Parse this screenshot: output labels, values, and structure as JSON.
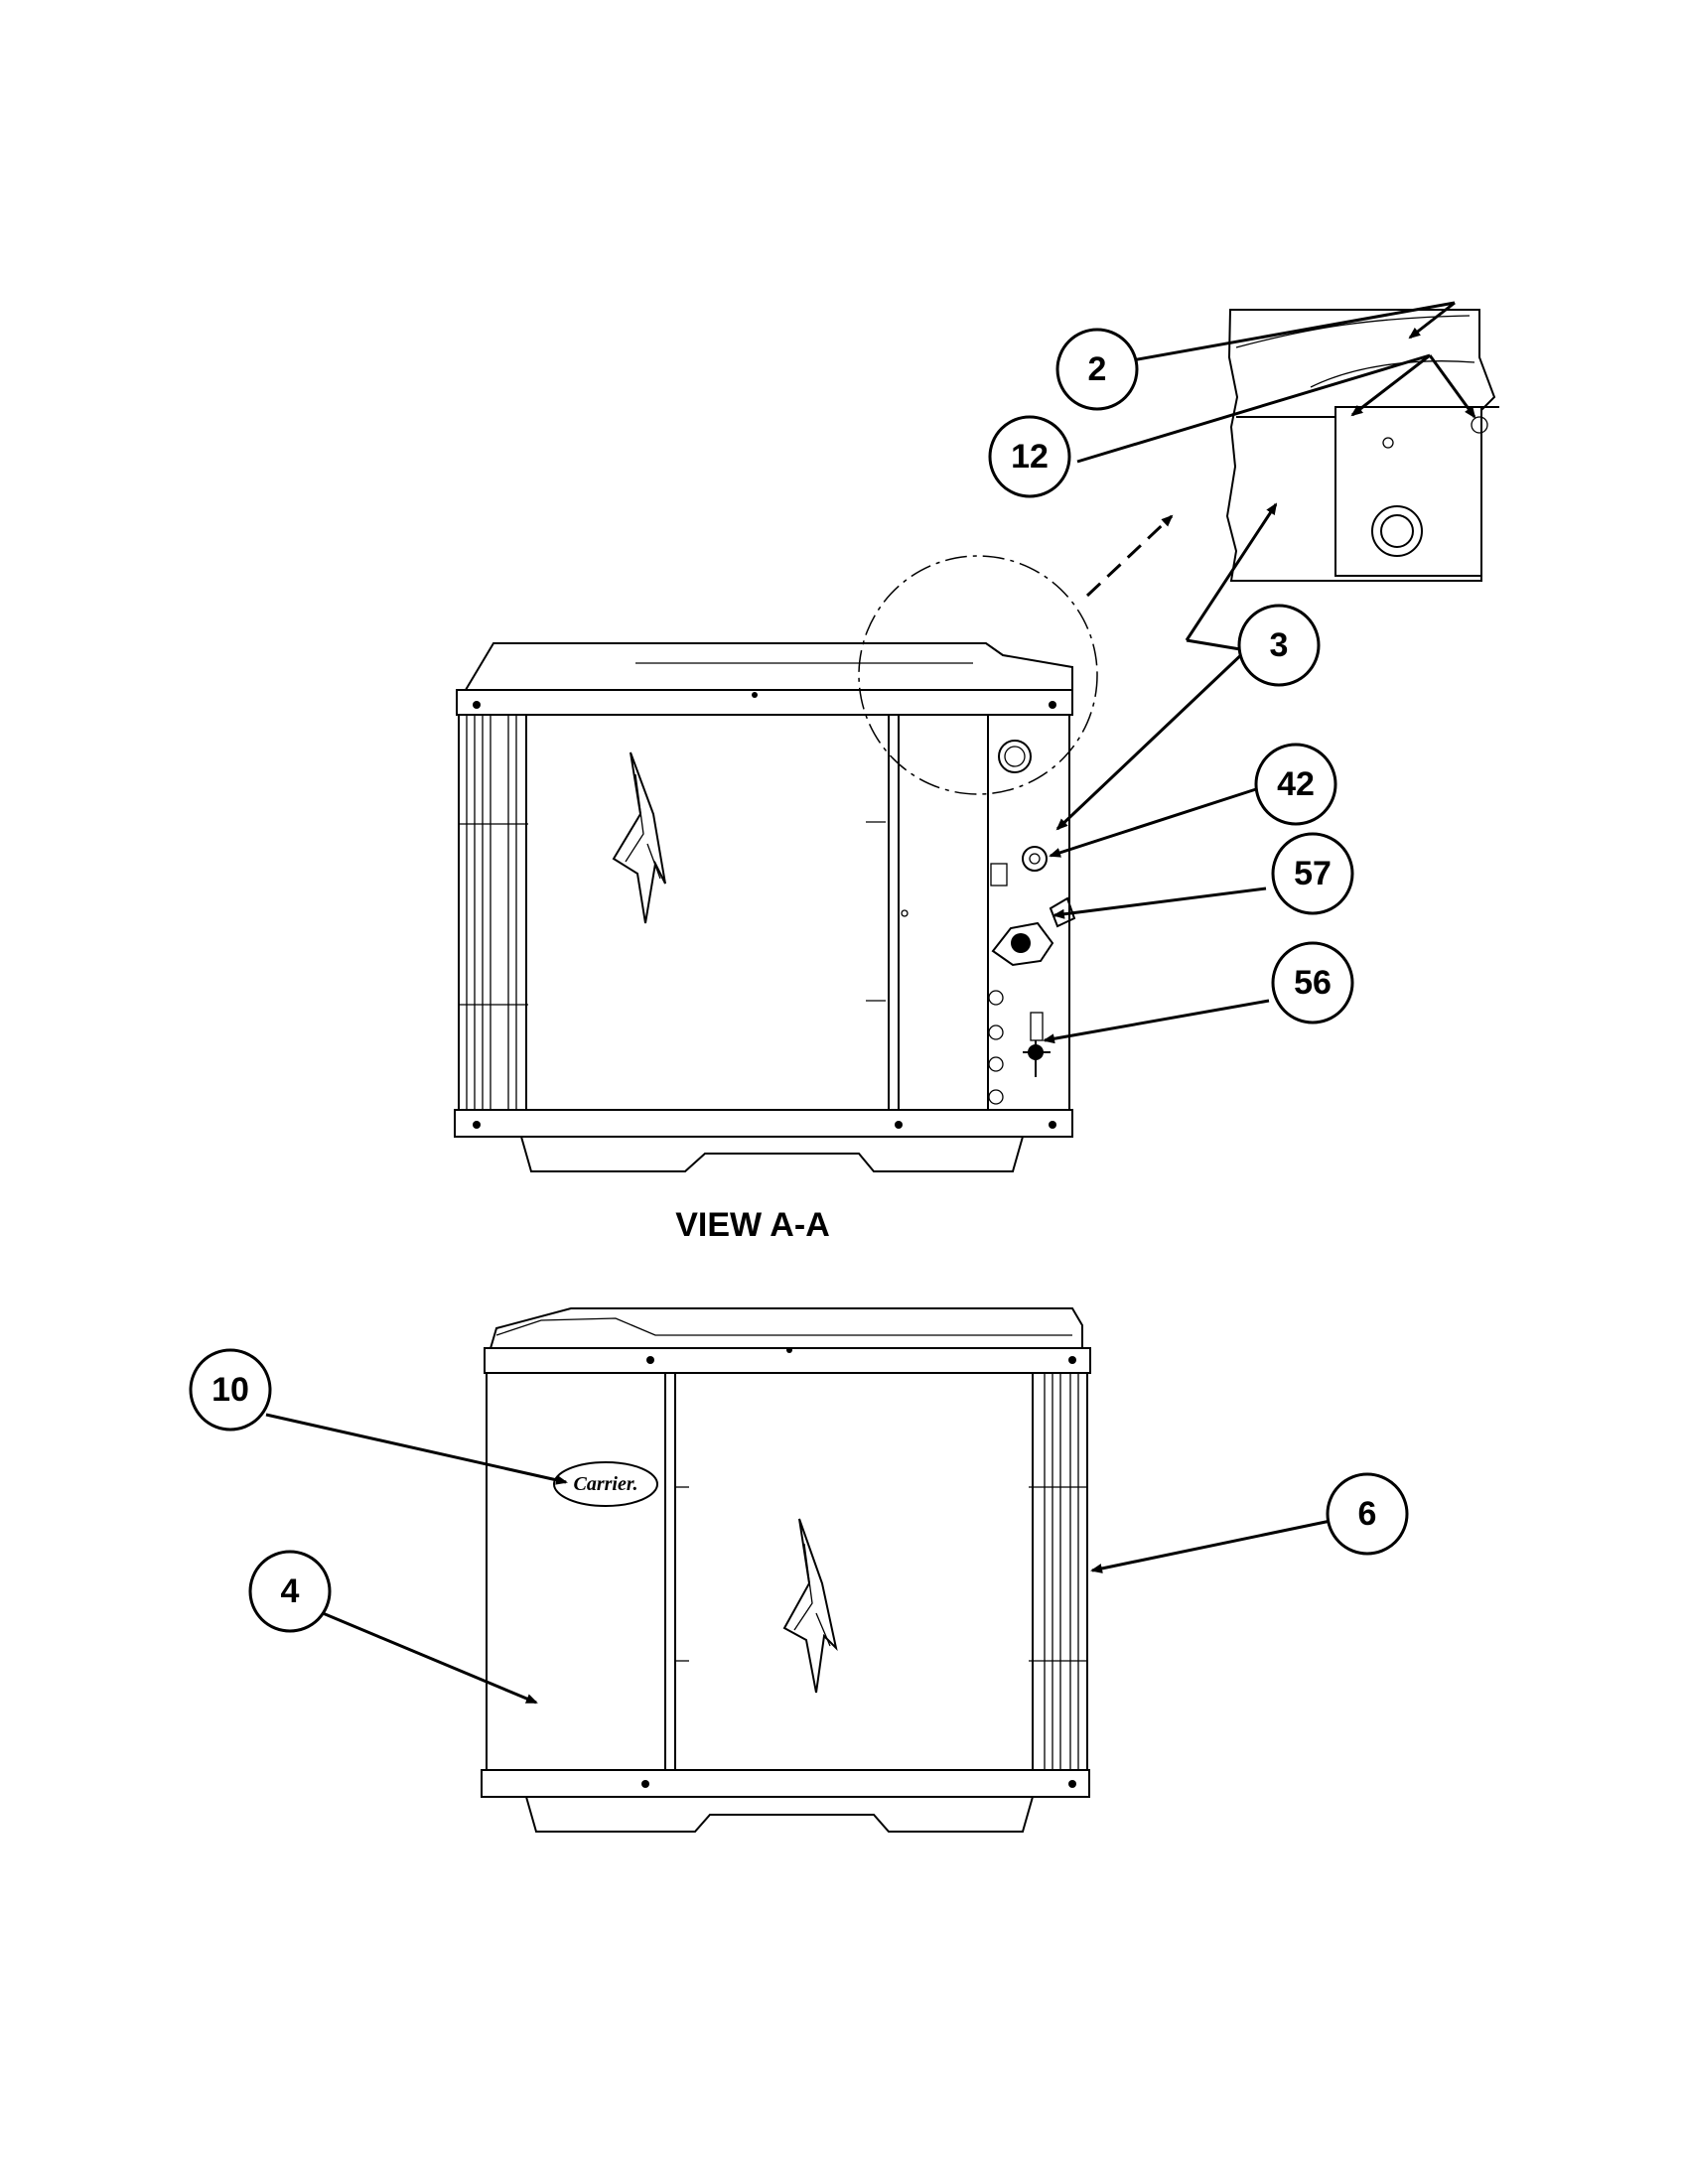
{
  "view_label": "VIEW A-A",
  "logo_text": "Carrier.",
  "callouts": [
    {
      "id": "c2",
      "label": "2"
    },
    {
      "id": "c12",
      "label": "12"
    },
    {
      "id": "c3",
      "label": "3"
    },
    {
      "id": "c42",
      "label": "42"
    },
    {
      "id": "c57",
      "label": "57"
    },
    {
      "id": "c56",
      "label": "56"
    },
    {
      "id": "c10",
      "label": "10"
    },
    {
      "id": "c4",
      "label": "4"
    },
    {
      "id": "c6",
      "label": "6"
    }
  ]
}
